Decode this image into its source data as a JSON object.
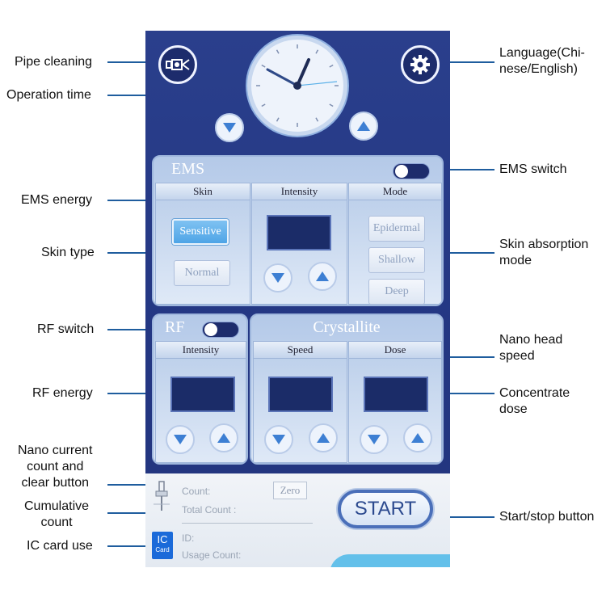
{
  "callouts": {
    "pipe_cleaning": "Pipe cleaning",
    "operation_time": "Operation time",
    "language": "Language(Chi-\nnese/English)",
    "ems_switch": "EMS switch",
    "ems_energy": "EMS energy",
    "skin_type": "Skin type",
    "skin_absorption": "Skin absorption\nmode",
    "rf_switch": "RF switch",
    "nano_head_speed": "Nano head\nspeed",
    "rf_energy": "RF energy",
    "concentrate_dose": "Concentrate\ndose",
    "nano_current": "Nano current\ncount and\nclear button",
    "cumulative": "Cumulative\ncount",
    "start_stop": "Start/stop button",
    "ic_card_use": "IC card use"
  },
  "screen": {
    "ems": {
      "title": "EMS",
      "skin_header": "Skin",
      "intensity_header": "Intensity",
      "mode_header": "Mode",
      "skin_options": [
        "Sensitive",
        "Normal"
      ],
      "skin_selected": "Sensitive",
      "mode_options": [
        "Epidermal",
        "Shallow",
        "Deep"
      ],
      "switch_on": false
    },
    "rf": {
      "title": "RF",
      "intensity_header": "Intensity",
      "switch_on": false
    },
    "crystallite": {
      "title": "Crystallite",
      "speed_header": "Speed",
      "dose_header": "Dose"
    },
    "bottom": {
      "count_label": "Count:",
      "total_label": "Total Count :",
      "zero_label": "Zero",
      "id_label": "ID:",
      "usage_label": "Usage Count:",
      "start_label": "START",
      "ic_top": "IC",
      "ic_bottom": "Card"
    }
  },
  "colors": {
    "screen_bg": "#2a3f8c",
    "accent": "#4ea4e6",
    "leader_line": "#1f5d9e"
  },
  "icons": {
    "pipe": "pipe-cleaning-icon",
    "gear": "gear-icon",
    "down": "down-triangle-icon",
    "up": "up-triangle-icon"
  }
}
